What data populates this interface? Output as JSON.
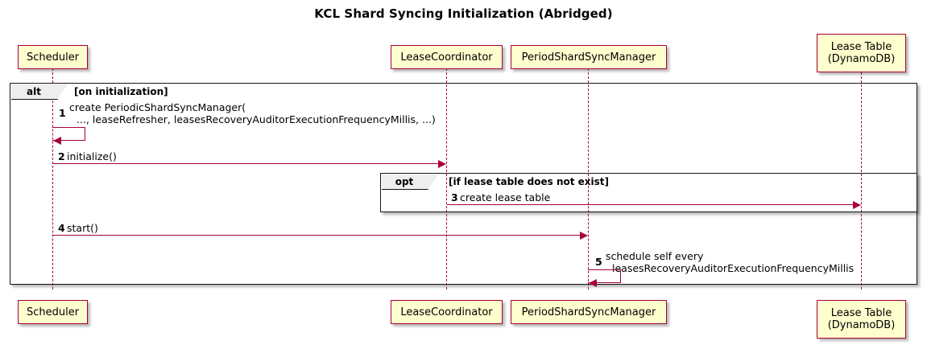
{
  "diagram": {
    "title": "KCL Shard Syncing Initialization (Abridged)",
    "type": "sequence-diagram",
    "colors": {
      "participant_fill": "#FEFECE",
      "participant_border": "#A80036",
      "arrow": "#A80036",
      "frame_border": "#161616",
      "frame_tab_fill": "#EEEEEE",
      "background": "#FFFFFF"
    }
  },
  "participants": [
    {
      "id": "scheduler",
      "label": "Scheduler"
    },
    {
      "id": "leasecoordinator",
      "label": "LeaseCoordinator"
    },
    {
      "id": "periodshardsyncmanager",
      "label": "PeriodShardSyncManager"
    },
    {
      "id": "leasetable",
      "label": "Lease Table\n(DynamoDB)"
    }
  ],
  "frames": [
    {
      "id": "alt-frame",
      "kind": "alt",
      "condition": "[on initialization]"
    },
    {
      "id": "opt-frame",
      "kind": "opt",
      "condition": "[if lease table does not exist]"
    }
  ],
  "messages": [
    {
      "num": "1",
      "from": "scheduler",
      "to": "scheduler",
      "self": true,
      "line1": "create PeriodicShardSyncManager(",
      "line2": "..., leaseRefresher, leasesRecoveryAuditorExecutionFrequencyMillis, ...)"
    },
    {
      "num": "2",
      "from": "scheduler",
      "to": "leasecoordinator",
      "self": false,
      "line1": "initialize()",
      "line2": ""
    },
    {
      "num": "3",
      "from": "leasecoordinator",
      "to": "leasetable",
      "self": false,
      "line1": "create lease table",
      "line2": ""
    },
    {
      "num": "4",
      "from": "scheduler",
      "to": "periodshardsyncmanager",
      "self": false,
      "line1": "start()",
      "line2": ""
    },
    {
      "num": "5",
      "from": "periodshardsyncmanager",
      "to": "periodshardsyncmanager",
      "self": true,
      "line1": "schedule self every",
      "line2": "leasesRecoveryAuditorExecutionFrequencyMillis"
    }
  ]
}
